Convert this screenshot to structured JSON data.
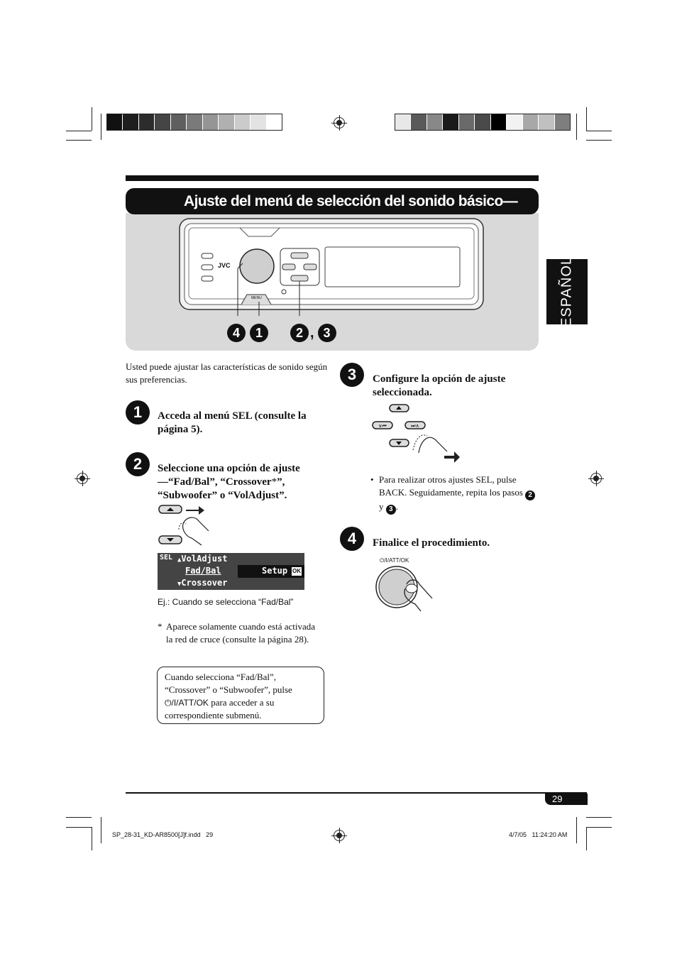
{
  "title": "Ajuste del menú de selección del sonido básico—SEL",
  "language_tab": "ESPAÑOL",
  "device": {
    "brand": "JVC",
    "menu_label": "MENU",
    "callouts": [
      "4",
      "1",
      "2",
      "3"
    ],
    "callout_separator": ","
  },
  "intro": "Usted puede ajustar las características de sonido según sus preferencias.",
  "steps": [
    {
      "num": "1",
      "text": "Acceda al menú SEL (consulte la página 5)."
    },
    {
      "num": "2",
      "text_a": "Seleccione una opción de ajuste—“Fad/Bal”, “Crossover",
      "star": "*",
      "text_b": "”, “Subwoofer” o “VolAdjust”."
    },
    {
      "num": "3",
      "text": "Configure la opción de ajuste seleccionada."
    },
    {
      "num": "4",
      "text": "Finalice el procedimiento."
    }
  ],
  "lcd": {
    "tag": "SEL",
    "rows": [
      "VolAdjust",
      "Fad/Bal",
      "Crossover"
    ],
    "setup": "Setup",
    "ok": "OK",
    "caption": "Ej.: Cuando se selecciona “Fad/Bal”"
  },
  "footnote": {
    "star": "*",
    "text": "Aparece solamente cuando está activada la red de cruce (consulte la página 28)."
  },
  "note_box": {
    "text_a": "Cuando selecciona “Fad/Bal”, “Crossover” o “Subwoofer”, pulse",
    "button": "⏻/I/ATT/OK",
    "text_b": "para acceder a su correspondiente submenú."
  },
  "step3_bullet": {
    "text_a": "Para realizar otros ajustes SEL, pulse BACK. Seguidamente, repita los pasos",
    "ref1": "2",
    "joiner": "y",
    "ref2": "3",
    "end": "."
  },
  "knob_label": "⏻/I/ATT/OK",
  "page_number": "29",
  "footer": {
    "file": "SP_28-31_KD-AR8500[J]f.indd   29",
    "date": "4/7/05   11:24:20 AM"
  },
  "colors": {
    "left_bar": [
      "#111111",
      "#1e1e1e",
      "#2c2c2c",
      "#454545",
      "#5f5f5f",
      "#7a7a7a",
      "#959595",
      "#b0b0b0",
      "#cbcbcb",
      "#e3e3e3",
      "#ffffff"
    ],
    "right_bar": [
      "#e8e8e8",
      "#5a5a5a",
      "#888888",
      "#1a1a1a",
      "#6a6a6a",
      "#4a4a4a",
      "#000000",
      "#f2f2f2",
      "#a8a8a8",
      "#c0c0c0",
      "#7e7e7e"
    ],
    "panel": "#d9d9d9"
  }
}
